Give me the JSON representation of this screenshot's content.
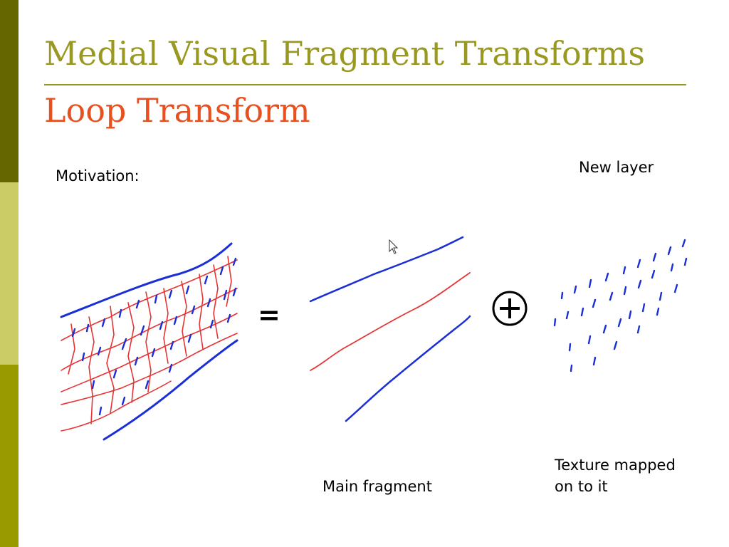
{
  "slide": {
    "title": "Medial Visual Fragment Transforms",
    "subtitle": "Loop Transform",
    "motivation_label": "Motivation:",
    "new_layer_label": "New layer",
    "main_fragment_label": "Main fragment",
    "texture_label_line1": "Texture mapped",
    "texture_label_line2": "on to it",
    "equals_sign": "=",
    "plus_symbol": "circled-plus-icon"
  },
  "colors": {
    "title": "#999922",
    "subtitle": "#e8501f",
    "boundary": "#1a2fd6",
    "medial": "#e63333",
    "bar_top": "#666600",
    "bar_mid": "#cccc66",
    "bar_bottom": "#999900"
  }
}
